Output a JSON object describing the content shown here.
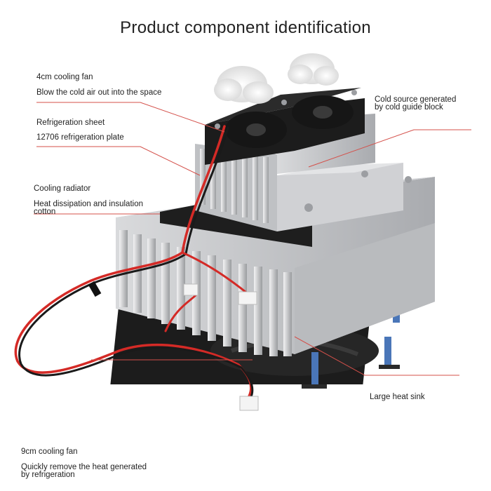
{
  "title": "Product component identification",
  "labels": {
    "small_fan_name": "4cm cooling fan",
    "small_fan_desc": "Blow the cold air out into the space",
    "sheet_name": "Refrigeration sheet",
    "sheet_desc": "12706 refrigeration plate",
    "radiator_name": "Cooling radiator",
    "radiator_desc_line1": "Heat dissipation and insulation",
    "radiator_desc_line2": "cotton",
    "cold_source_line1": "Cold source generated",
    "cold_source_line2": "by cold guide block",
    "heat_sink": "Large heat sink",
    "big_fan_name": "9cm cooling fan",
    "big_fan_desc_line1": "Quickly remove the heat generated",
    "big_fan_desc_line2": "by refrigeration"
  },
  "colors": {
    "leader_line": "#d4504a",
    "cable_red": "#d42a26",
    "cable_black": "#1a1a1a",
    "aluminium": "#c9cbce",
    "fan_black": "#1c1c1c",
    "standoff_blue": "#4a76b8"
  }
}
